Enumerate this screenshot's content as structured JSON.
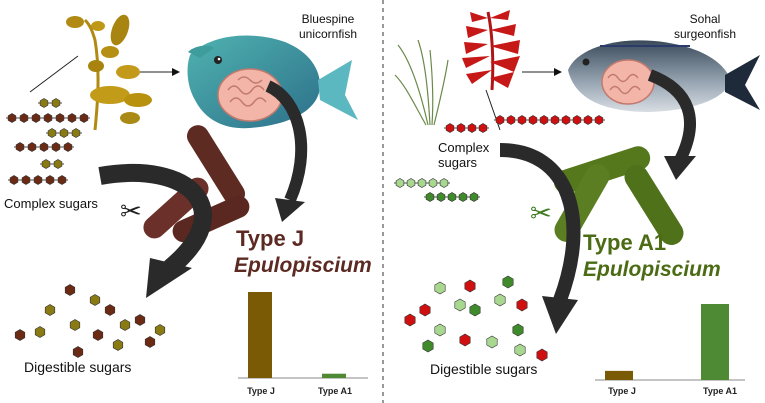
{
  "left_panel": {
    "fish_name_line1": "Bluespine",
    "fish_name_line2": "unicornfish",
    "complex_sugars": "Complex sugars",
    "type_label": "Type J",
    "genus": "Epulopiscium",
    "digestible_sugars": "Digestible sugars",
    "type_color": "#5c2a22",
    "bar_chart": {
      "categories": [
        "Type J",
        "Type A1"
      ],
      "values": [
        1.0,
        0.05
      ],
      "colors": [
        "#7a5a05",
        "#4e8a34"
      ]
    }
  },
  "right_panel": {
    "fish_name_line1": "Sohal",
    "fish_name_line2": "surgeonfish",
    "complex_sugars_line1": "Complex",
    "complex_sugars_line2": "sugars",
    "type_label": "Type A1",
    "genus": "Epulopiscium",
    "digestible_sugars": "Digestible sugars",
    "type_color": "#4b6b14",
    "bar_chart": {
      "categories": [
        "Type J",
        "Type A1"
      ],
      "values": [
        0.12,
        1.0
      ],
      "colors": [
        "#7a5a05",
        "#4e8a34"
      ]
    }
  },
  "colors": {
    "brown_sugar": "#6b2a14",
    "olive_sugar": "#8a7a14",
    "red_sugar": "#d01010",
    "green_sugar": "#3f8a2a",
    "light_green_sugar": "#a8d890",
    "arrow": "#2a2a2a",
    "divider": "#555555"
  }
}
